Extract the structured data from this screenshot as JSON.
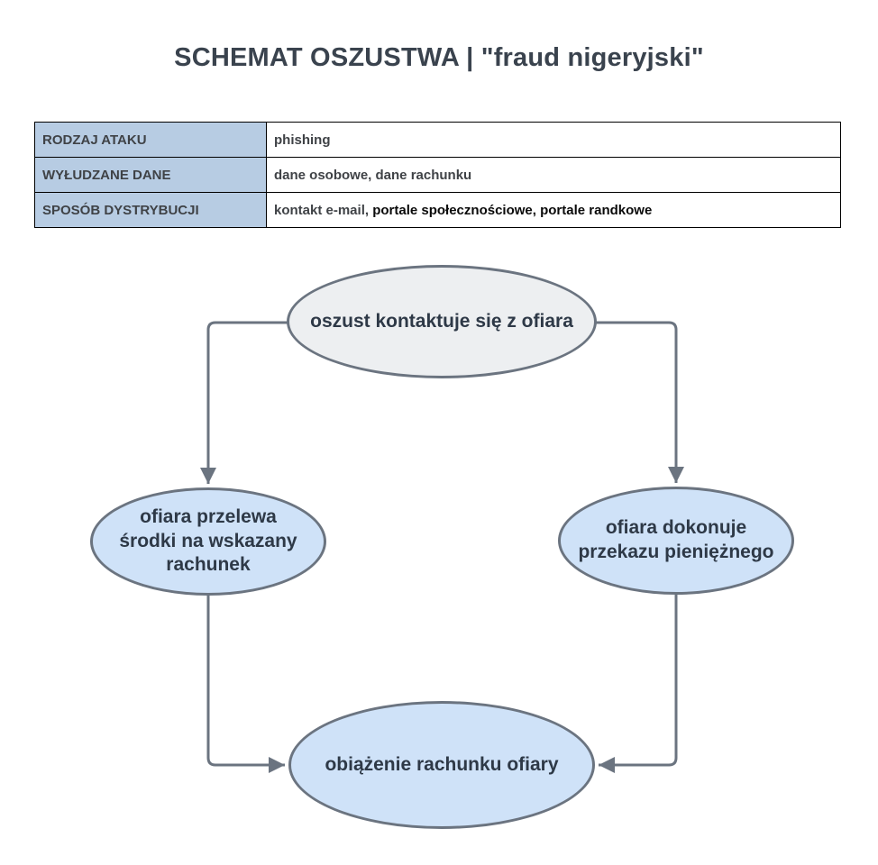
{
  "title": "SCHEMAT OSZUSTWA | \"fraud nigeryjski\"",
  "table": {
    "rows": [
      {
        "label": "RODZAJ ATAKU",
        "value": "phishing",
        "value_emphasis": ""
      },
      {
        "label": "WYŁUDZANE DANE",
        "value": "dane osobowe, dane rachunku",
        "value_emphasis": ""
      },
      {
        "label": "SPOSÓB DYSTRYBUCJI",
        "value": "kontakt e-mail, ",
        "value_emphasis": "portale społecznościowe, portale randkowe"
      }
    ]
  },
  "flowchart": {
    "nodes": {
      "top": {
        "label": "oszust kontaktuje się z ofiara"
      },
      "left": {
        "label": "ofiara przelewa\nśrodki na wskazany\nrachunek"
      },
      "right": {
        "label": "ofiara dokonuje\nprzekazu pieniężnego"
      },
      "bottom": {
        "label": "obiążenie rachunku ofiary"
      }
    }
  },
  "colors": {
    "title_text": "#3a434e",
    "table_label_bg": "#b7cce3",
    "table_border": "#000000",
    "table_text": "#3f4246",
    "table_text_emphasis": "#0a0a0a",
    "node_border": "#6b7480",
    "node_top_fill": "#edeff1",
    "node_blue_fill": "#cfe2f8",
    "node_text": "#2e3947",
    "connector": "#6b7480"
  }
}
